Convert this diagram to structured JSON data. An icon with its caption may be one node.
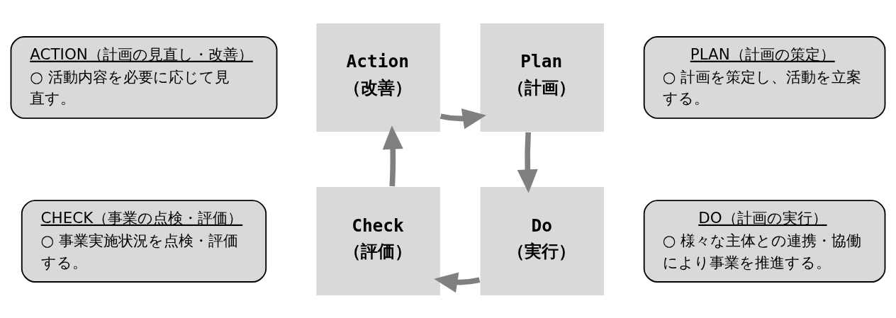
{
  "diagram": {
    "nodes": [
      {
        "text": [
          "ACTION（計画の見直し・改善）",
          "○ 活動内容を必要に応じて見直す。"
        ]
      },
      {
        "text": [
          "Action",
          "（改善）"
        ]
      },
      {
        "text": [
          "Plan",
          "（計画）"
        ]
      },
      {
        "text": [
          "PLAN（計画の策定）",
          "○ 計画を策定し、活動を立案する。"
        ]
      },
      {
        "text": [
          "CHECK（事業の点検・評価）",
          "○ 事業実施状況を点検・評価する。"
        ]
      },
      {
        "text": [
          "Check",
          "（評価）"
        ]
      },
      {
        "text": [
          "Do",
          "（実行）"
        ]
      },
      {
        "text": [
          "DO（計画の実行）",
          "○ 様々な主体との連携・協働により事業を推進する。"
        ]
      }
    ],
    "edges": [
      {
        "from": 1,
        "to": 2,
        "arrow": "to"
      },
      {
        "from": 2,
        "to": 6,
        "arrow": "to"
      },
      {
        "from": 6,
        "to": 5,
        "arrow": "to"
      },
      {
        "from": 5,
        "to": 1,
        "arrow": "to"
      }
    ]
  }
}
